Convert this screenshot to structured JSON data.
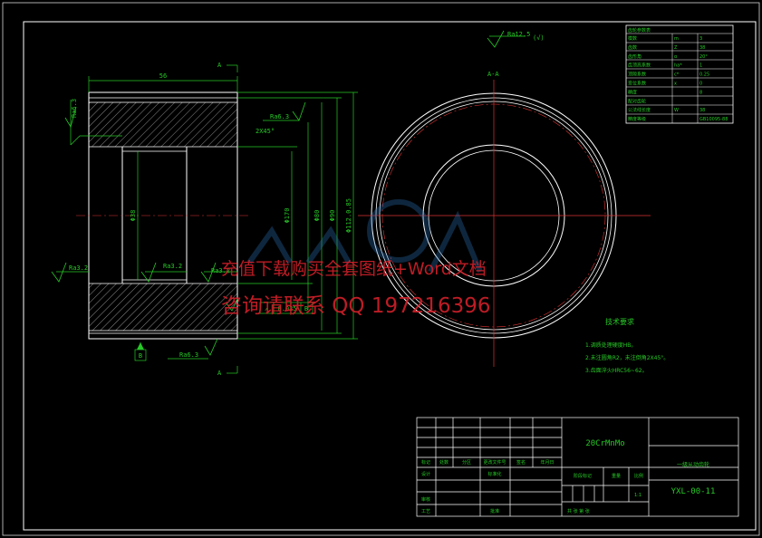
{
  "dimensions": {
    "length": "56",
    "chamfer": "2X45°",
    "bore": "Φ38",
    "hub_dia": "Φ170",
    "shoulder_dia": "Φ80",
    "outer_dia": "Φ90",
    "total_dia": "Φ112.0.85"
  },
  "roughness": {
    "top_left": "Ra6.3",
    "top_right": "Ra6.3",
    "bore_left": "Ra3.2",
    "bore_right": "Ra3.2",
    "right_face": "Ra3.2",
    "left_face": "Ra6.3",
    "bottom": "Ra6.3",
    "general": "Ra12.5",
    "general_note": "(√)"
  },
  "section_marks": {
    "top": "A",
    "bottom": "A",
    "view": "A-A",
    "datum": "B"
  },
  "tolerance_frame": {
    "symbol": "↗",
    "value": "0.025",
    "datum": "B"
  },
  "param_table": {
    "title": "齿轮参数表",
    "rows": [
      [
        "模数",
        "m",
        "3"
      ],
      [
        "齿数",
        "Z",
        "38"
      ],
      [
        "齿形角",
        "α",
        "20°"
      ],
      [
        "齿顶高系数",
        "ha*",
        "1"
      ],
      [
        "顶隙系数",
        "c*",
        "0.25"
      ],
      [
        "变位系数",
        "x",
        "0"
      ],
      [
        "精度",
        "",
        "8"
      ],
      [
        "配对齿轮",
        "",
        ""
      ],
      [
        "公法线长度",
        "W",
        "38"
      ],
      [
        "精度等级",
        "",
        "GB10095-88"
      ]
    ]
  },
  "tech_req": {
    "title": "技术要求",
    "items": [
      "1.调质处理硬度HB。",
      "2.未注圆角R2，未注倒角2X45°。",
      "3.齿面淬火HRC56~62。"
    ]
  },
  "title_block": {
    "material": "20CrMnMo",
    "part_name": "一级从动齿轮",
    "drawing_no": "YXL-00-11",
    "labels": [
      "标记",
      "处数",
      "分区",
      "更改文件号",
      "签名",
      "年月日",
      "设计",
      "标准化",
      "审核",
      "工艺",
      "批准",
      "阶段标记",
      "重量",
      "比例"
    ],
    "scale": "1:1",
    "sheet": "共  张   第  张"
  },
  "watermark": {
    "line1": "充值下载购买全套图纸+Word文档",
    "line2": "咨询请联系  QQ 197216396"
  }
}
